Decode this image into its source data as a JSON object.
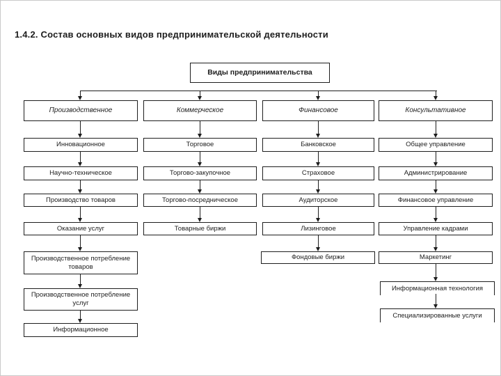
{
  "title": "1.4.2. Состав основных видов предпринимательской деятельности",
  "root": {
    "label": "Виды предпринимательства"
  },
  "columns": [
    {
      "header": "Производственное",
      "items": [
        "Инновационное",
        "Научно-техническое",
        "Производство товаров",
        "Оказание услуг",
        "Производственное потребление товаров",
        "Производственное потребление услуг",
        "Информационное"
      ]
    },
    {
      "header": "Коммерческое",
      "items": [
        "Торговое",
        "Торгово-закупочное",
        "Торгово-посредническое",
        "Товарные биржи"
      ]
    },
    {
      "header": "Финансовое",
      "items": [
        "Банковское",
        "Страховое",
        "Аудиторское",
        "Лизинговое",
        "Фондовые биржи"
      ]
    },
    {
      "header": "Консультативное",
      "items": [
        "Общее управление",
        "Администрирование",
        "Финансовое управление",
        "Управление кадрами",
        "Маркетинг",
        "Информационная технология",
        "Специализированные услуги"
      ]
    }
  ],
  "colors": {
    "line": "#1d1d1d",
    "background": "#ffffff",
    "frame": "#c9c9c9"
  }
}
